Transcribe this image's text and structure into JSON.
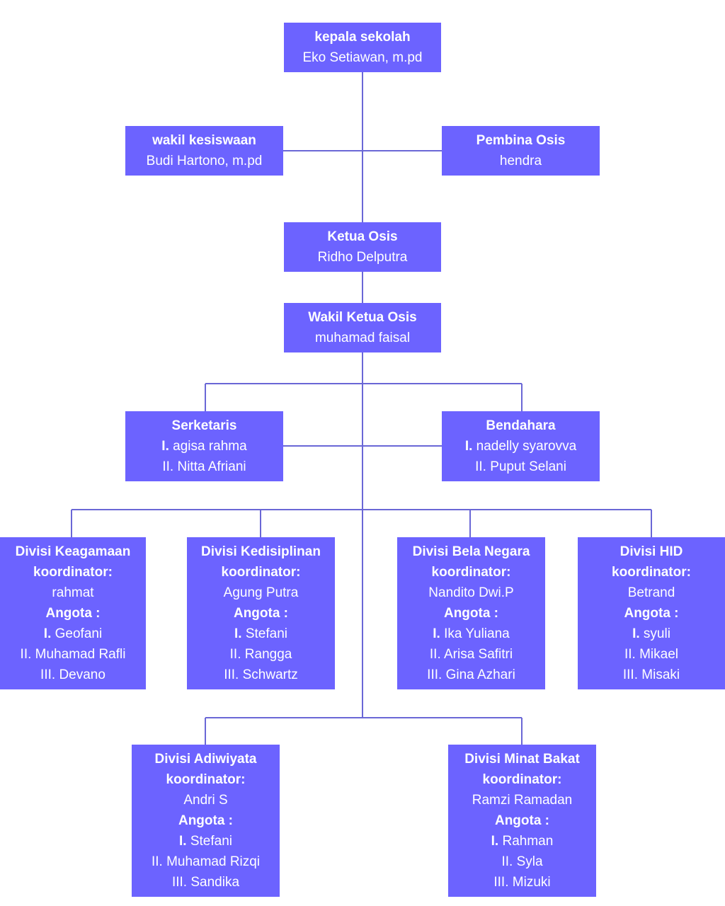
{
  "nodes": {
    "kepala": {
      "title": "kepala sekolah",
      "name": "Eko Setiawan, m.pd"
    },
    "wakil_kesiswaan": {
      "title": "wakil kesiswaan",
      "name": "Budi Hartono, m.pd"
    },
    "pembina": {
      "title": "Pembina Osis",
      "name": "hendra"
    },
    "ketua": {
      "title": "Ketua Osis",
      "name": "Ridho Delputra"
    },
    "wakil_ketua": {
      "title": "Wakil Ketua Osis",
      "name": "muhamad faisal"
    },
    "serketaris": {
      "title": "Serketaris",
      "members": [
        {
          "num": "I.",
          "name": "agisa rahma"
        },
        {
          "num": "II.",
          "name": "Nitta Afriani"
        }
      ]
    },
    "bendahara": {
      "title": "Bendahara",
      "members": [
        {
          "num": "I.",
          "name": "nadelly syarovva"
        },
        {
          "num": "II.",
          "name": "Puput Selani"
        }
      ]
    }
  },
  "labels": {
    "koordinator": "koordinator:",
    "angota": "Angota :"
  },
  "divisions": [
    {
      "title": "Divisi Keagamaan",
      "coordinator": "rahmat",
      "members": [
        {
          "num": "I.",
          "name": "Geofani"
        },
        {
          "num": "II.",
          "name": "Muhamad Rafli"
        },
        {
          "num": "III.",
          "name": "Devano"
        }
      ]
    },
    {
      "title": "Divisi Kedisiplinan",
      "coordinator": "Agung Putra",
      "members": [
        {
          "num": "I.",
          "name": "Stefani"
        },
        {
          "num": "II.",
          "name": "Rangga"
        },
        {
          "num": "III.",
          "name": "Schwartz"
        }
      ]
    },
    {
      "title": "Divisi Bela Negara",
      "coordinator": "Nandito Dwi.P",
      "members": [
        {
          "num": "I.",
          "name": "Ika Yuliana"
        },
        {
          "num": "II.",
          "name": "Arisa Safitri"
        },
        {
          "num": "III.",
          "name": "Gina Azhari"
        }
      ]
    },
    {
      "title": "Divisi HID",
      "coordinator": "Betrand",
      "members": [
        {
          "num": "I.",
          "name": "syuli"
        },
        {
          "num": "II.",
          "name": "Mikael"
        },
        {
          "num": "III.",
          "name": "Misaki"
        }
      ]
    },
    {
      "title": "Divisi Adiwiyata",
      "coordinator": "Andri S",
      "members": [
        {
          "num": "I.",
          "name": "Stefani"
        },
        {
          "num": "II.",
          "name": "Muhamad Rizqi"
        },
        {
          "num": "III.",
          "name": "Sandika"
        }
      ]
    },
    {
      "title": "Divisi Minat Bakat",
      "coordinator": "Ramzi Ramadan",
      "members": [
        {
          "num": "I.",
          "name": "Rahman"
        },
        {
          "num": "II.",
          "name": "Syla"
        },
        {
          "num": "III.",
          "name": "Mizuki"
        }
      ]
    }
  ]
}
